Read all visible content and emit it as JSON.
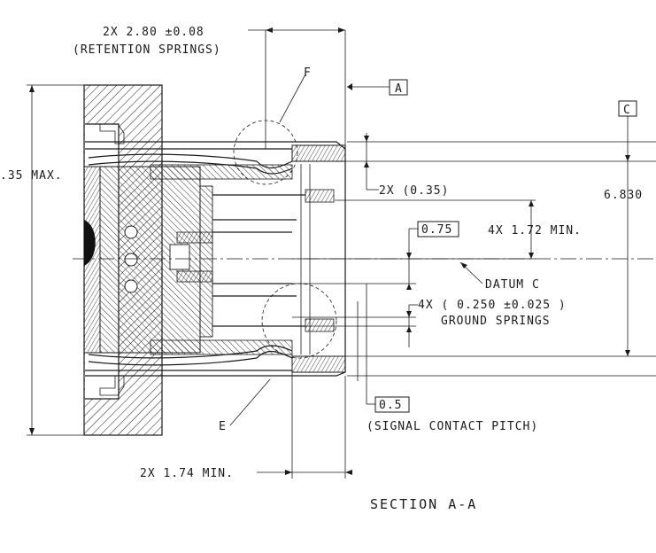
{
  "title": "SECTION A-A",
  "datum_a": "A",
  "datum_c_box": "C",
  "datum_c_label": "DATUM C",
  "detail_f": "F",
  "detail_e": "E",
  "dims": {
    "retention_value": "2X 2.80 ±0.08",
    "retention_note": "(RETENTION SPRINGS)",
    "max_height": ".35 MAX.",
    "gap_035": "2X (0.35)",
    "overall_6830": "6.830",
    "min_172": "4X 1.72 MIN.",
    "ref_075": "0.75",
    "ground_value": "4X ( 0.250 ±0.025 )",
    "ground_note": "GROUND SPRINGS",
    "pitch_value": "0.5",
    "pitch_note": "(SIGNAL CONTACT PITCH)",
    "min_174": "2X 1.74 MIN."
  }
}
